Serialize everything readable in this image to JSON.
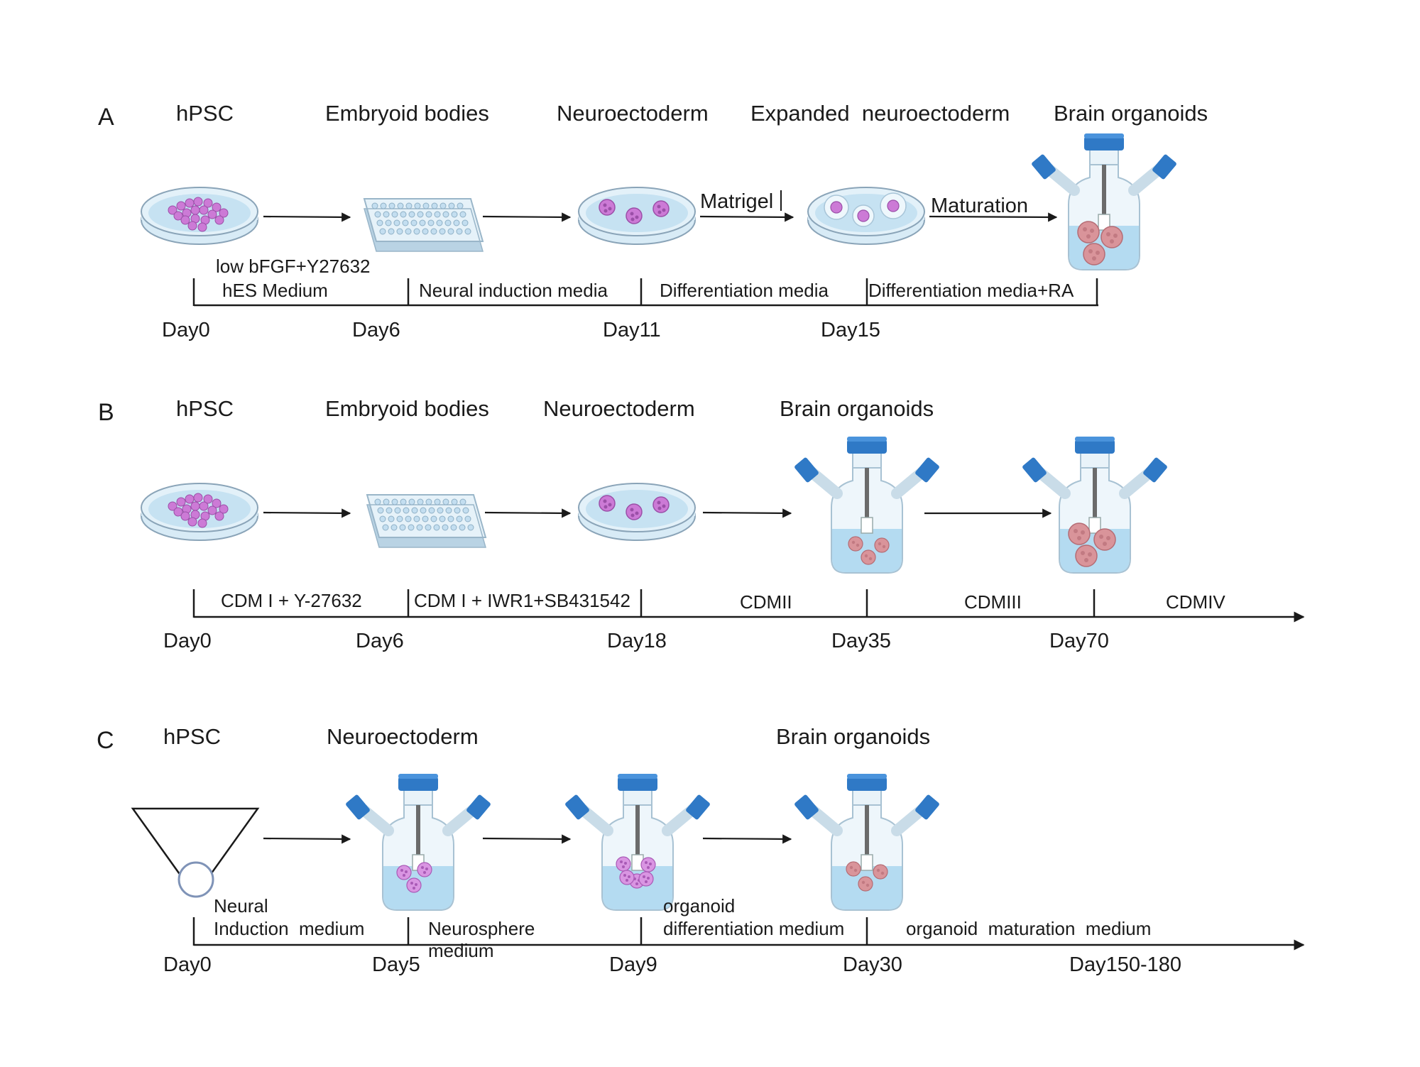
{
  "colors": {
    "line": "#1a1a1a",
    "dish_rim": "#8aa4b8",
    "dish_fill": "#cfe6f3",
    "medium": "#a9d6ee",
    "cell": "#cc7ad6",
    "cell_dark": "#9b4fa8",
    "organoid": "#d9949a",
    "cap": "#2f79c6",
    "plate": "#cfe3f0"
  },
  "panels": [
    {
      "letter": "A",
      "stages": [
        "hPSC",
        "Embryoid bodies",
        "Neuroectoderm",
        "Expanded  neuroectoderm",
        "Brain organoids"
      ],
      "arrow_labels": [
        "Matrigel",
        "Maturation"
      ],
      "media": [
        "low bFGF+Y27632",
        "hES Medium",
        "Neural induction media",
        "Differentiation media",
        "Differentiation media+RA"
      ],
      "days": [
        "Day0",
        "Day6",
        "Day11",
        "Day15"
      ]
    },
    {
      "letter": "B",
      "stages": [
        "hPSC",
        "Embryoid bodies",
        "Neuroectoderm",
        "Brain organoids"
      ],
      "media": [
        "CDM I + Y-27632",
        "CDM I + IWR1+SB431542",
        "CDMII",
        "CDMIII",
        "CDMIV"
      ],
      "days": [
        "Day0",
        "Day6",
        "Day18",
        "Day35",
        "Day70"
      ]
    },
    {
      "letter": "C",
      "stages": [
        "hPSC",
        "Neuroectoderm",
        "Brain organoids"
      ],
      "media": [
        "Neural",
        "Induction  medium",
        "Neurosphere",
        "medium",
        "organoid",
        "differentiation medium",
        "organoid  maturation  medium"
      ],
      "days": [
        "Day0",
        "Day5",
        "Day9",
        "Day30",
        "Day150-180"
      ]
    }
  ]
}
